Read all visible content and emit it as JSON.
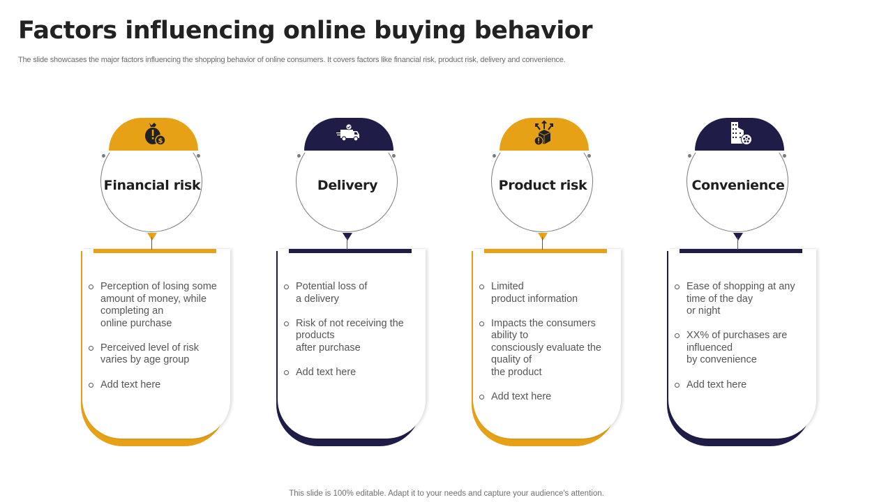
{
  "header": {
    "title": "Factors influencing online buying behavior",
    "subtitle": "The slide showcases the major factors influencing the shopping behavior of online consumers. It covers factors like financial risk, product risk, delivery and convenience."
  },
  "colors": {
    "gold": "#E6A117",
    "navy": "#1F1D47",
    "text": "#555555",
    "title": "#222222"
  },
  "factors": [
    {
      "label": "Financial risk",
      "icon": "money-bag-warning-icon",
      "accent": "#E6A117",
      "bullets": [
        "Perception of losing some amount of money, while completing an\nonline purchase",
        "Perceived level of risk varies by age group",
        "Add text here"
      ]
    },
    {
      "label": "Delivery",
      "icon": "delivery-truck-icon",
      "accent": "#1F1D47",
      "bullets": [
        "Potential loss of\na delivery",
        "Risk of not receiving the products\nafter purchase",
        "Add text here"
      ]
    },
    {
      "label": "Product risk",
      "icon": "box-warning-icon",
      "accent": "#E6A117",
      "bullets": [
        "Limited\nproduct information",
        "Impacts the consumers ability to\nconsciously evaluate the quality of\nthe product",
        "Add text here"
      ]
    },
    {
      "label": "Convenience",
      "icon": "building-store-icon",
      "accent": "#1F1D47",
      "bullets": [
        "Ease of shopping at any time of the day\nor night",
        "XX% of purchases are influenced\nby convenience",
        "Add text here"
      ]
    }
  ],
  "footer": {
    "text": "This slide is 100% editable. Adapt it to your needs and capture your audience's attention."
  }
}
